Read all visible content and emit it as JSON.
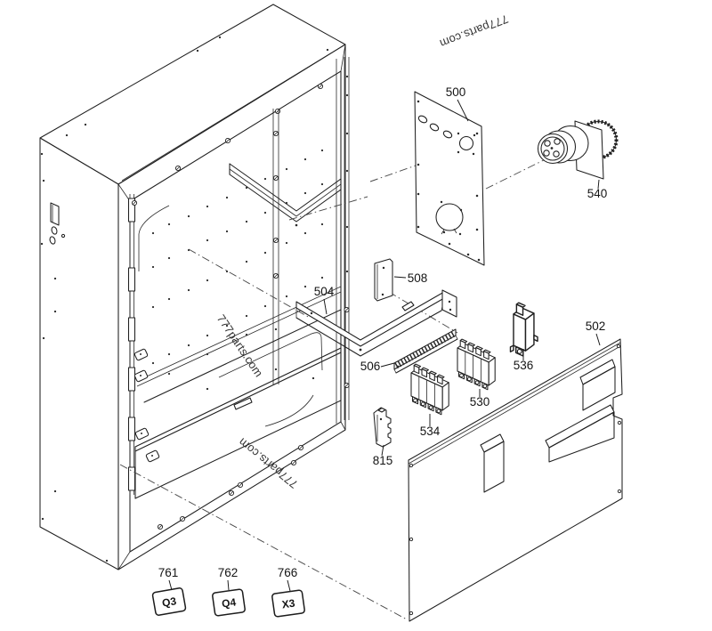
{
  "watermarks": {
    "top_right": "777parts.com",
    "middle_left": "777parts.com",
    "bottom_center": "777parts.com"
  },
  "part_labels": {
    "p500": "500",
    "p540": "540",
    "p504": "504",
    "p508": "508",
    "p506": "506",
    "p530": "530",
    "p534": "534",
    "p536": "536",
    "p502": "502",
    "p815": "815",
    "p761": "761",
    "p762": "762",
    "p766": "766"
  },
  "component_tags": {
    "t761": "Q3",
    "t762": "Q4",
    "t766": "X3"
  },
  "colors": {
    "line": "#1f1f1f",
    "background": "#ffffff",
    "watermark": "#242424"
  }
}
